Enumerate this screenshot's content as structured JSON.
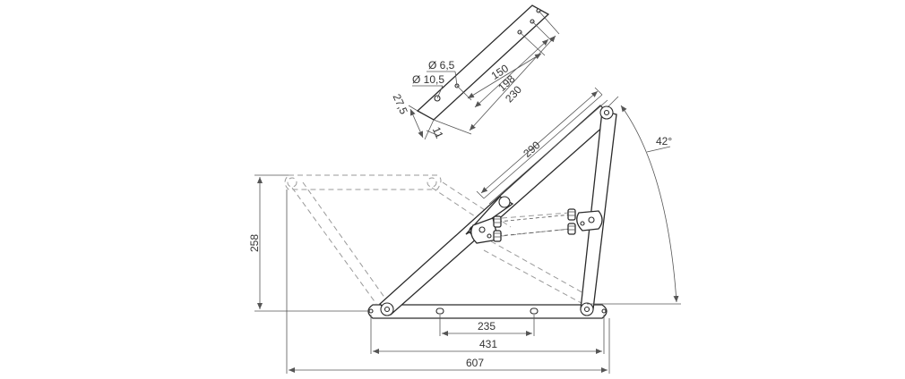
{
  "dimensions": {
    "base_slot_spacing": "235",
    "base_pivot_spacing": "431",
    "overall_length": "607",
    "closed_height": "258",
    "arm_length": "290",
    "open_angle": "42°",
    "hole_small": "Ø 6,5",
    "hole_large": "Ø 10,5",
    "detail_150": "150",
    "detail_198": "198",
    "detail_230": "230",
    "detail_width": "27,5",
    "detail_offset": "11"
  },
  "colors": {
    "line": "#2b2b2b",
    "ghost": "#9a9a9a",
    "dimension": "#555555",
    "text": "#333333"
  }
}
